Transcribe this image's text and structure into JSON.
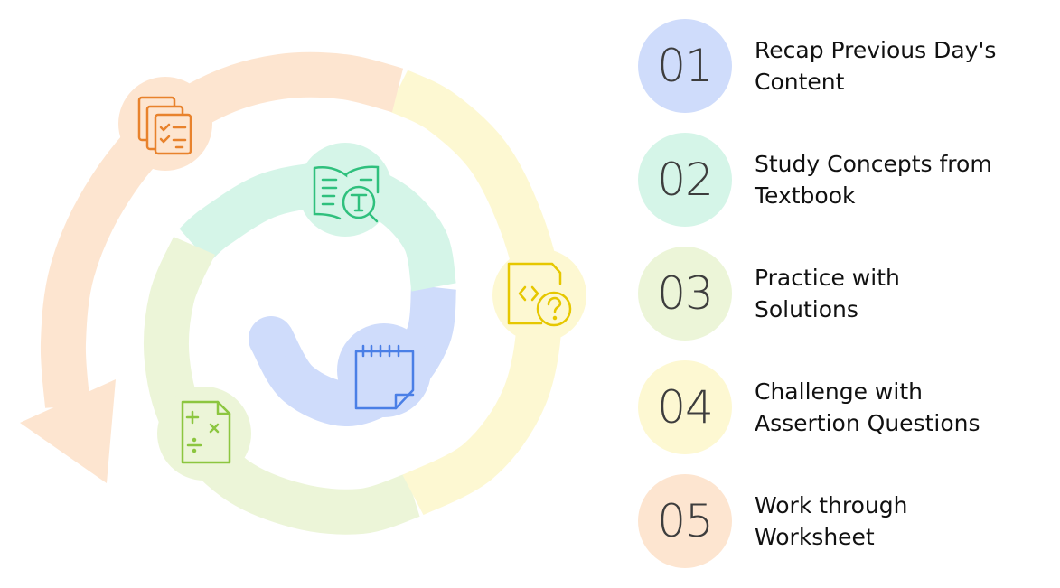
{
  "steps": [
    {
      "number": "01",
      "line1": "Recap Previous Day's",
      "line2": "Content",
      "color": "#cfdcfb",
      "icon": "calendar-note-icon"
    },
    {
      "number": "02",
      "line1": "Study Concepts from",
      "line2": "Textbook",
      "color": "#d5f5e8",
      "icon": "book-search-icon"
    },
    {
      "number": "03",
      "line1": "Practice with",
      "line2": "Solutions",
      "color": "#ecf5d8",
      "icon": "math-worksheet-icon"
    },
    {
      "number": "04",
      "line1": "Challenge with",
      "line2": "Assertion Questions",
      "color": "#fdf8d2",
      "icon": "code-question-icon"
    },
    {
      "number": "05",
      "line1": "Work through",
      "line2": "Worksheet",
      "color": "#fde5d0",
      "icon": "checklist-documents-icon"
    }
  ],
  "icon_colors": {
    "blue": "#4a7fe6",
    "teal": "#2fc07d",
    "green": "#8cc63f",
    "yellow": "#e6c700",
    "orange": "#e8822c"
  }
}
